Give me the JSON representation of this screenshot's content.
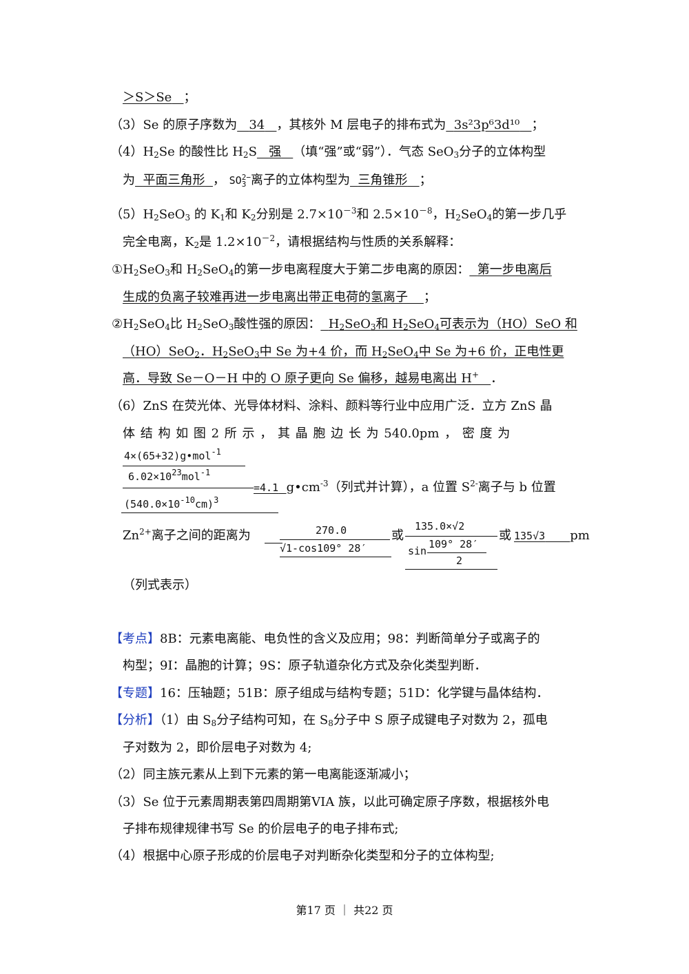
{
  "l1_blank": "＞S＞Se",
  "l1_end": "；",
  "l2_a": "（3）Se 的原子序数为",
  "l2_b1": "34",
  "l2_c": "，其核外 M 层电子的排布式为",
  "l2_b2": "3s²3p⁶3d¹⁰",
  "l2_end": "；",
  "l3_a": "（4）H",
  "l3_sub2": "2",
  "l3_b": "Se 的酸性比 H",
  "l3_c": "S",
  "l3_blank": "强",
  "l3_d": "（填“强”或“弱”）．气态 SeO",
  "l3_sub3": "3",
  "l3_e": "分子的立体构型",
  "l4_a": "为",
  "l4_blank1": "平面三角形",
  "l4_comma": "，",
  "l4_so": "SO",
  "l4_sup": "2−",
  "l4_sub": "3",
  "l4_b": "离子的立体构型为",
  "l4_blank2": "三角锥形",
  "l4_end": "；",
  "l5_a": "（5）H",
  "l5_b": "SeO",
  "l5_c": "的 K",
  "l5_d": "和 K",
  "l5_e": "分别是 2.7×10",
  "l5_exp1": "－3",
  "l5_f": "和 2.5×10",
  "l5_exp2": "－8",
  "l5_g": "，H",
  "l5_h": "SeO",
  "l5_i": "的第一步几乎",
  "l6_a": "完全电离，K",
  "l6_b": "是 1.2×10",
  "l6_exp": "－2",
  "l6_c": "，请根据结构与性质的关系解释：",
  "l7_a": "①H",
  "l7_b": "SeO",
  "l7_c": "和 H",
  "l7_d": "SeO",
  "l7_e": "的第一步电离程度大于第二步电离的原因：",
  "l7_blank": "第一步电离后",
  "l8_blank": "生成的负离子较难再进一步电离出带正电荷的氢离子",
  "l8_end": "；",
  "l9_a": "②H",
  "l9_b": "SeO",
  "l9_c": "比 H",
  "l9_d": "SeO",
  "l9_e": "酸性强的原因：",
  "l9_u1": "H",
  "l9_u2": "SeO",
  "l9_u3": "和 H",
  "l9_u4": "SeO",
  "l9_u5": "可表示为（HO）SeO 和",
  "l10_u1": "（HO）SeO",
  "l10_u2": "．H",
  "l10_u3": "SeO",
  "l10_u4": "中 Se 为+4 价，而 H",
  "l10_u5": "SeO",
  "l10_u6": "中 Se 为+6 价，正电性更",
  "l11_blank": "高．导致 Se－O－H 中的 O 原子更向 Se 偏移，越易电离出 H",
  "l11_sup": "+",
  "l11_end": "．",
  "l12": "（6）ZnS 在荧光体、光导体材料、涂料、颜料等行业中应用广泛．立方 ZnS 晶",
  "l13": "体 结 构 如 图 2 所 示 ， 其 晶 胞 边 长 为 540.0pm ， 密 度 为",
  "f1_num": "4×(65+32)g•mol",
  "f1_num_sup": "-1",
  "f1_mid": "6.02×10",
  "f1_mid_sup1": "23",
  "f1_mid_b": "mol",
  "f1_mid_sup2": "-1",
  "f1_den": "(540.0×10",
  "f1_den_sup": "-10",
  "f1_den_b": "cm)",
  "f1_den_sup2": "3",
  "f1_eq": "=4.1",
  "f1_unit": "g•cm",
  "f1_unit_sup": "-3",
  "f1_rest": "（列式并计算），a 位置 S",
  "f1_rest_sup": "2-",
  "f1_rest2": "离子与 b 位置",
  "l15_a": "Zn",
  "l15_sup": "2+",
  "l15_b": "离子之间的距离为",
  "f2_num": "270.0",
  "f2_den": "√1-cos109° 28′",
  "or1": "或",
  "f3_num": "135.0×√2",
  "f3_den_sin": "sin",
  "f3_den_num": "109° 28′",
  "f3_den_den": "2",
  "or2": "或",
  "f4": "135√3",
  "pm": "pm",
  "l16": "（列式表示）",
  "kd_tag": "【考点】",
  "kd_text": "8B：元素电离能、电负性的含义及应用；98：判断简单分子或离子的",
  "kd_text2": "构型；9I：晶胞的计算；9S：原子轨道杂化方式及杂化类型判断．",
  "zt_tag": "【专题】",
  "zt_text": "16：压轴题；51B：原子组成与结构专题；51D：化学键与晶体结构．",
  "fx_tag": "【分析】",
  "fx_a": "（1）由 S",
  "fx_sub8": "8",
  "fx_b": "分子结构可知，在 S",
  "fx_c": "分子中 S 原子成键电子对数为 2，孤电",
  "fx_l2": "子对数为 2，即价层电子对数为 4;",
  "fx_l3": "（2）同主族元素从上到下元素的第一电离能逐渐减小；",
  "fx_l4": "（3）Se 位于元素周期表第四周期第VIA 族，以此可确定原子序数，根据核外电",
  "fx_l5": "子排布规律规律书写 Se 的价层电子的电子排布式;",
  "fx_l6": "（4）根据中心原子形成的价层电子对判断杂化类型和分子的立体构型;",
  "footer": "第17 页 ｜ 共22 页",
  "colors": {
    "tag": "#1f3fbf",
    "text": "#111111"
  }
}
